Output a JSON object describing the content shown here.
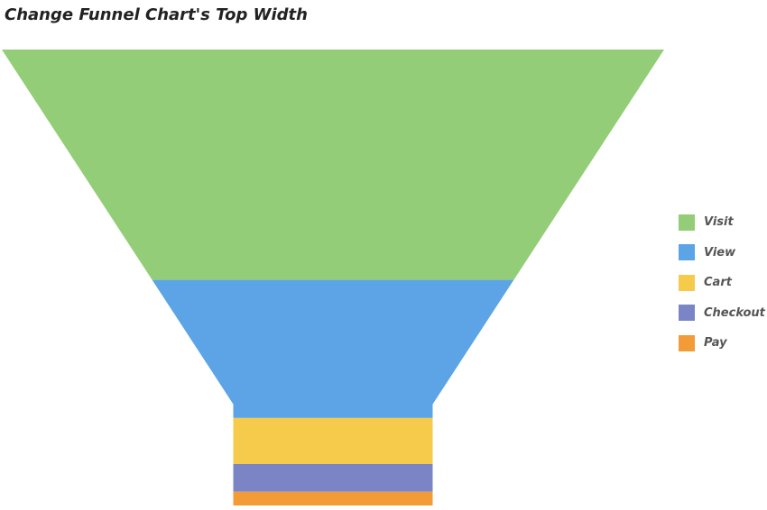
{
  "chart_data": {
    "type": "funnel",
    "title": "Change Funnel Chart's Top Width",
    "categories": [
      "Visit",
      "View",
      "Cart",
      "Checkout",
      "Pay"
    ],
    "values": [
      100,
      60,
      20,
      12,
      6
    ],
    "colors": [
      "#93cd77",
      "#5ca4e6",
      "#f6ca4b",
      "#7b84c4",
      "#f39c37"
    ],
    "legend_position": "right"
  }
}
